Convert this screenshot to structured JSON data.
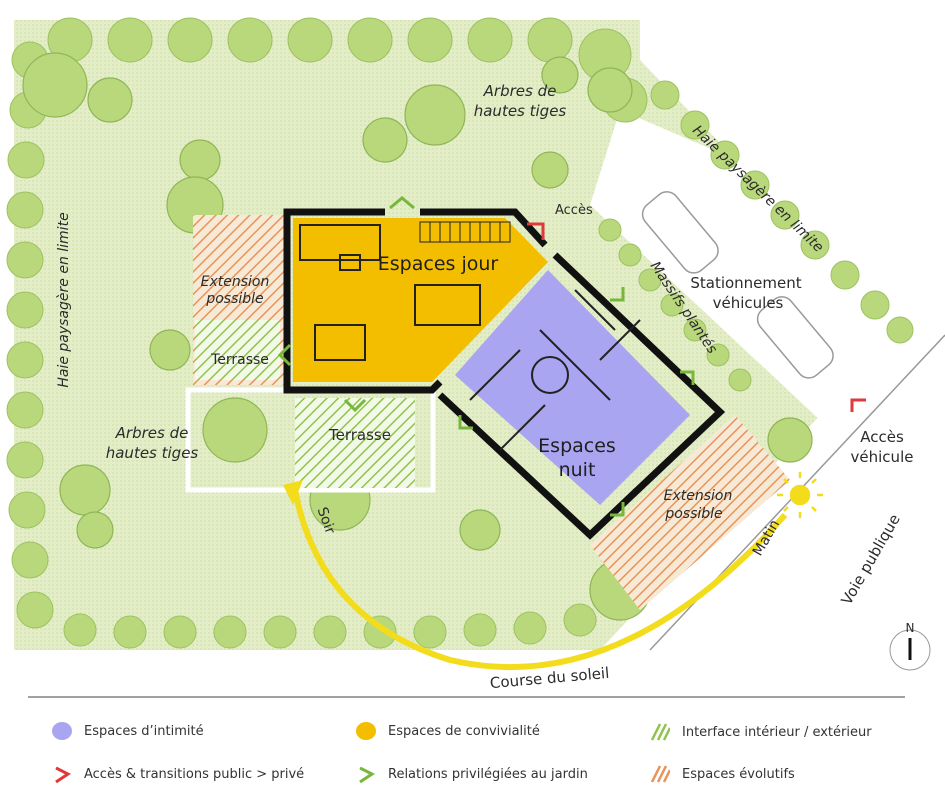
{
  "labels": {
    "arbres_top_1": "Arbres de",
    "arbres_top_2": "hautes tiges",
    "arbres_left_1": "Arbres de",
    "arbres_left_2": "hautes tiges",
    "haie_left": "Haie paysagère en limite",
    "haie_right": "Haie paysagère en limite",
    "massifs": "Massifs plantés",
    "acces": "Accès",
    "stationnement_1": "Stationnement",
    "stationnement_2": "véhicules",
    "acces_vehicule_1": "Accès",
    "acces_vehicule_2": "véhicule",
    "voie_publique": "Voie publique",
    "extension_left_1": "Extension",
    "extension_left_2": "possible",
    "extension_right_1": "Extension",
    "extension_right_2": "possible",
    "terrasse_left": "Terrasse",
    "terrasse_bottom": "Terrasse",
    "espaces_jour": "Espaces jour",
    "espaces_nuit_1": "Espaces",
    "espaces_nuit_2": "nuit",
    "soir": "Soir",
    "matin": "Matin",
    "course_soleil": "Course du soleil",
    "north": "N"
  },
  "legend": {
    "intimite": "Espaces d’intimité",
    "convivialite": "Espaces de convivialité",
    "interface": "Interface intérieur / extérieur",
    "acces_transitions": "Accès & transitions public > privé",
    "relations_jardin": "Relations privilégiées au jardin",
    "evolutifs": "Espaces évolutifs"
  },
  "colors": {
    "intimite": "#a9a5f0",
    "convivialite": "#f3bd00",
    "interface": "#8fc44a",
    "acces": "#e0393b",
    "jardin": "#77b83a",
    "evolutifs": "#e9935a",
    "lawn": "#e3edc8",
    "tree": "#b9d87c",
    "sun": "#f2dc1c"
  }
}
